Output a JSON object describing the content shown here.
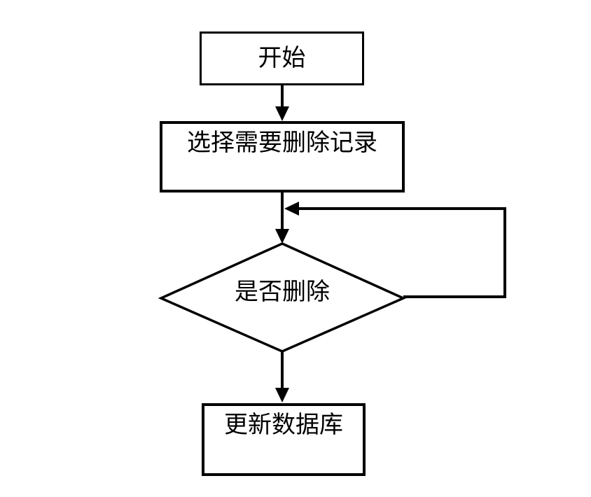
{
  "diagram": {
    "type": "flowchart",
    "background_color": "#ffffff",
    "line_color": "#000000",
    "text_color": "#000000",
    "nodes": [
      {
        "id": "start",
        "shape": "rectangle",
        "label": "开始"
      },
      {
        "id": "select-records",
        "shape": "rectangle",
        "label": "选择需要删除记录"
      },
      {
        "id": "confirm-delete",
        "shape": "diamond",
        "label": "是否删除"
      },
      {
        "id": "update-database",
        "shape": "rectangle",
        "label": "更新数据库"
      }
    ],
    "edges": [
      {
        "from": "start",
        "to": "select-records",
        "style": "arrow-down"
      },
      {
        "from": "select-records",
        "to": "confirm-delete",
        "style": "arrow-down"
      },
      {
        "from": "confirm-delete",
        "to": "confirm-delete",
        "style": "loop-back-right-side-to-above-decision"
      },
      {
        "from": "confirm-delete",
        "to": "update-database",
        "style": "arrow-down"
      }
    ]
  }
}
